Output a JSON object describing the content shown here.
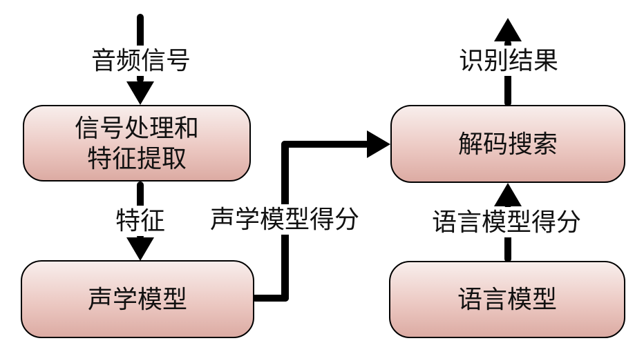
{
  "colors": {
    "background": "#ffffff",
    "line": "#000000",
    "box_border": "#000000",
    "box_gradient_top": "#f8eeec",
    "box_gradient_mid": "#ecc9c3",
    "box_gradient_bottom": "#dcaba3",
    "text": "#111111"
  },
  "nodes": {
    "signal_processing": {
      "line1": "信号处理和",
      "line2": "特征提取"
    },
    "acoustic_model": {
      "label": "声学模型"
    },
    "decode_search": {
      "label": "解码搜索"
    },
    "language_model": {
      "label": "语言模型"
    }
  },
  "edge_labels": {
    "audio_signal": "音频信号",
    "feature": "特征",
    "acoustic_score": "声学模型得分",
    "language_score": "语言模型得分",
    "recognition_result": "识别结果"
  }
}
